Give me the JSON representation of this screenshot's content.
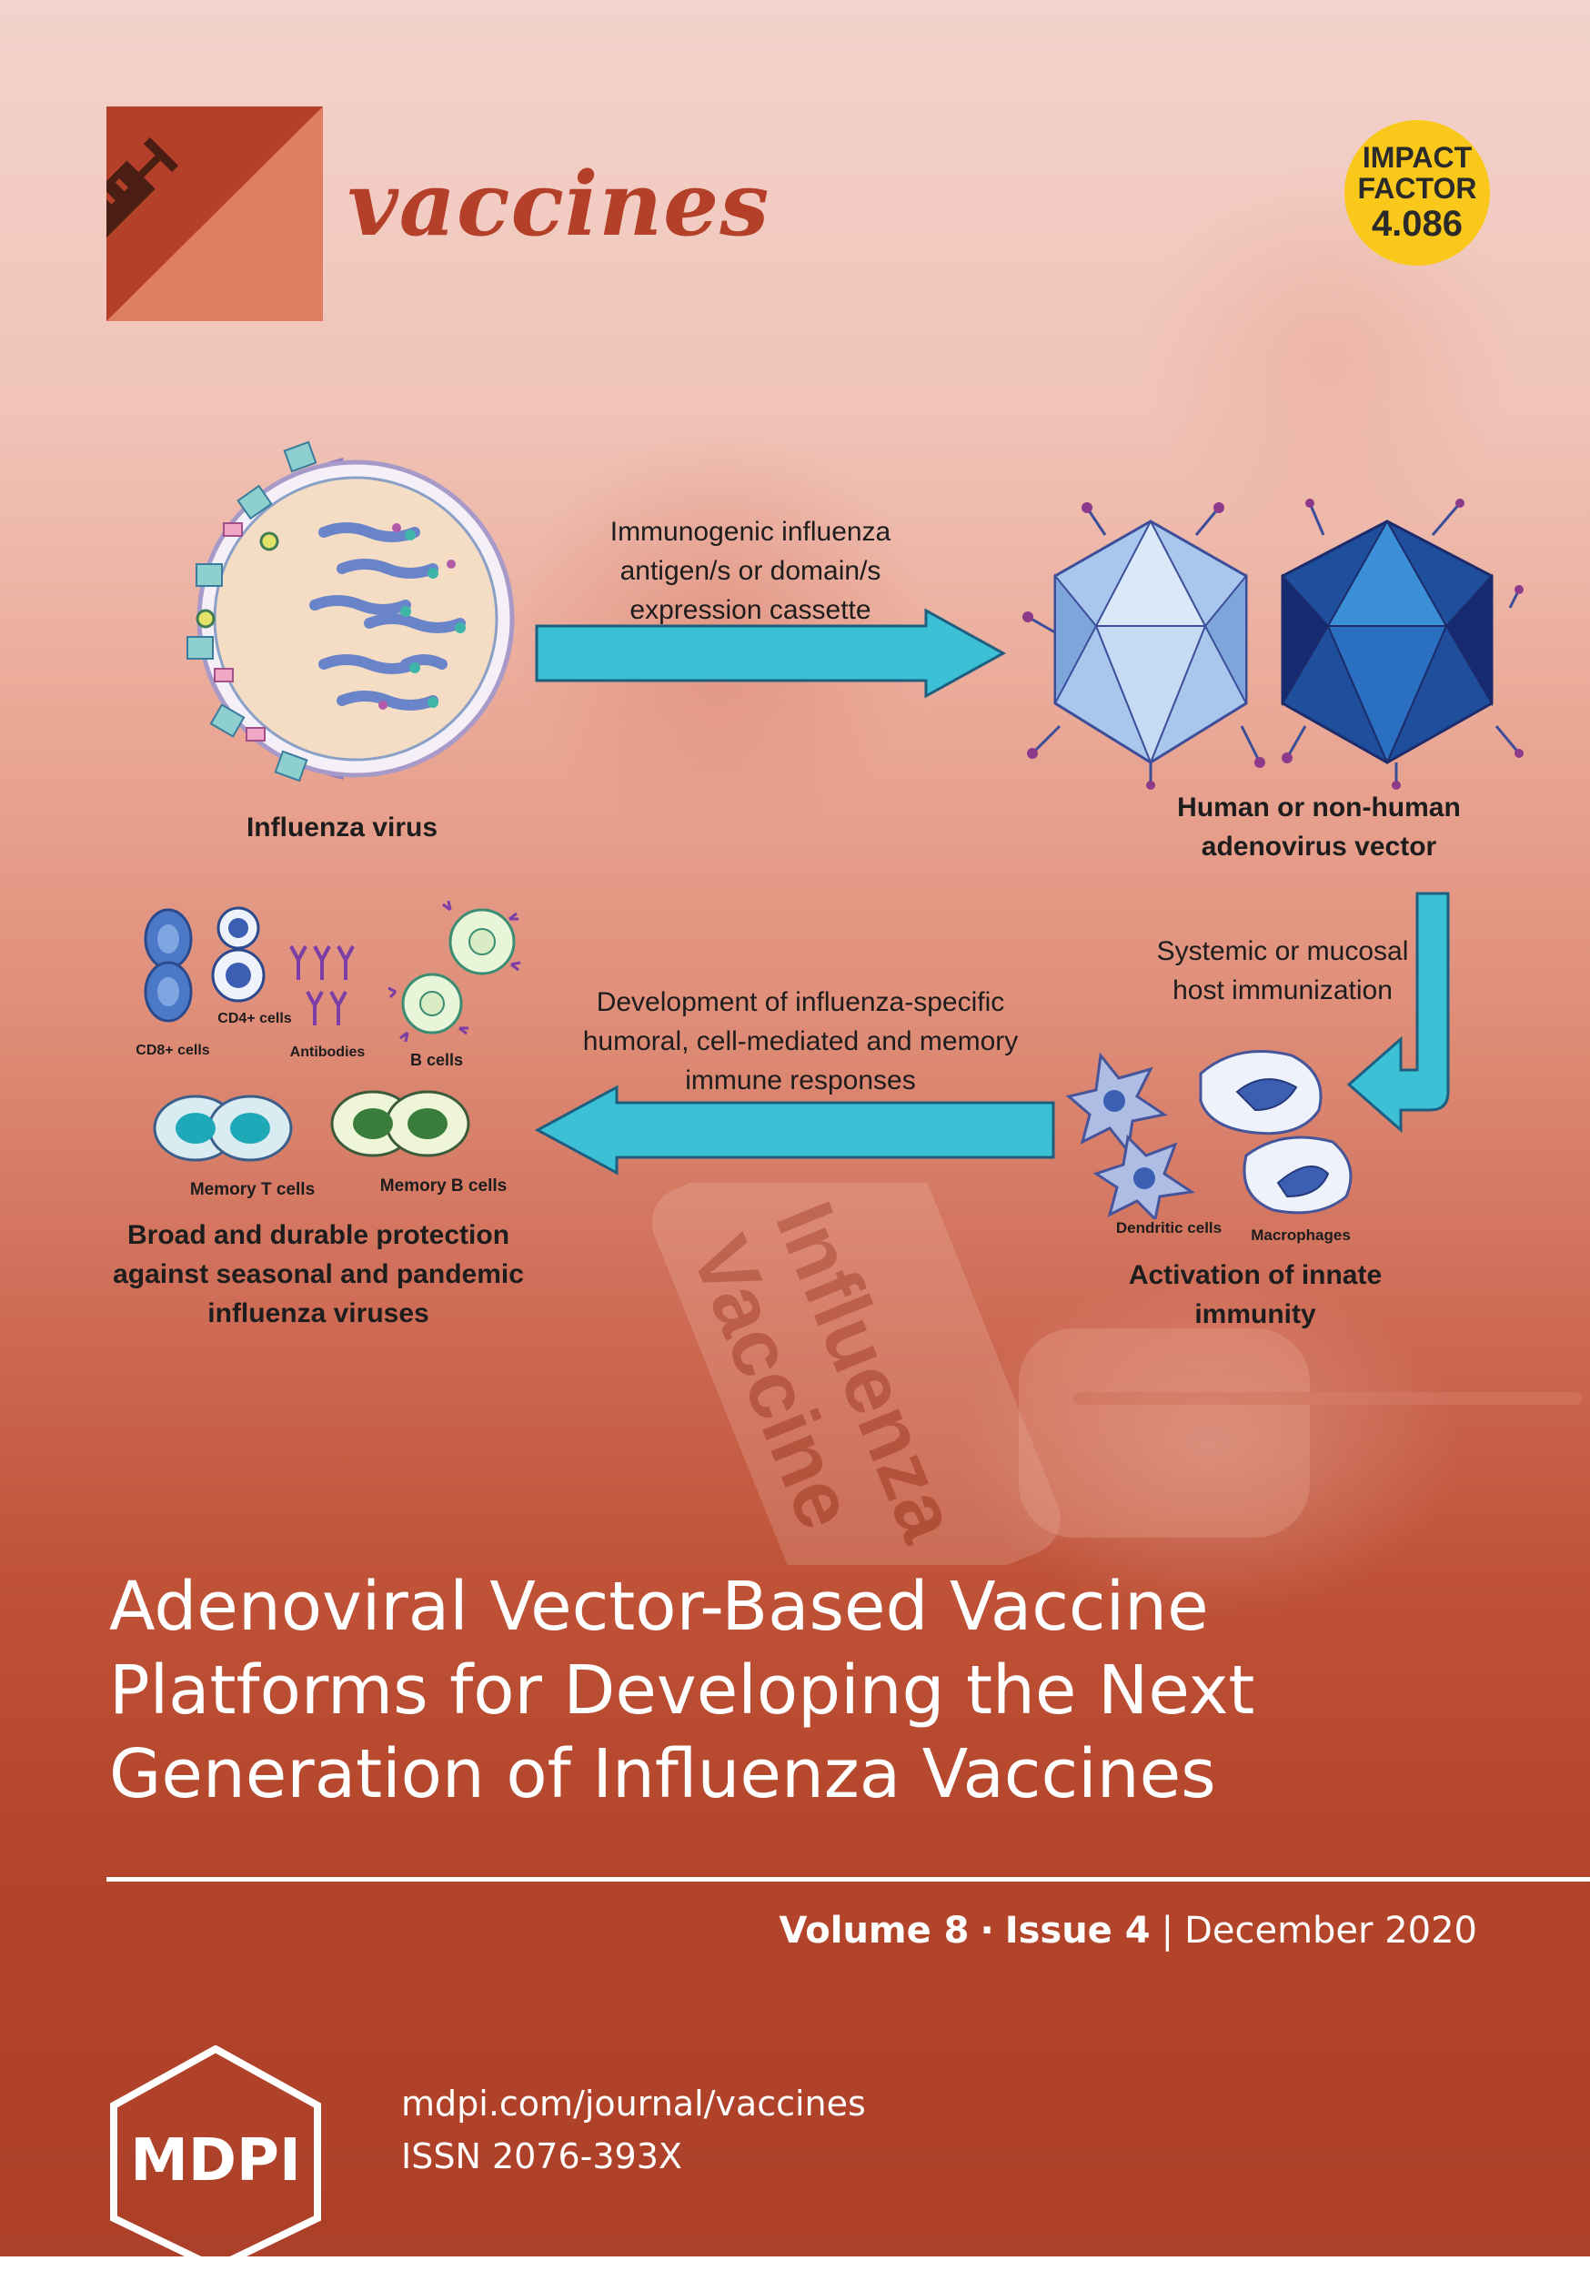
{
  "journal": {
    "name": "vaccines",
    "brand_color": "#b5402a",
    "logo_icon": "syringe-icon"
  },
  "impact_factor": {
    "line1": "IMPACT",
    "line2": "FACTOR",
    "value": "4.086",
    "badge_color": "#f9c81a"
  },
  "figure": {
    "influenza_virus_label": "Influenza virus",
    "arrow1_text": [
      "Immunogenic influenza",
      "antigen/s or domain/s",
      "expression cassette"
    ],
    "adenovirus_label": [
      "Human or non-human",
      "adenovirus vector"
    ],
    "immunization_text": [
      "Systemic or mucosal",
      "host immunization"
    ],
    "innate_cells": {
      "dendritic": "Dendritic cells",
      "macrophages": "Macrophages"
    },
    "innate_label": [
      "Activation of innate",
      "immunity"
    ],
    "arrow2_text": [
      "Development of influenza-specific",
      "humoral, cell-mediated and memory",
      "immune responses"
    ],
    "cells": {
      "cd8": "CD8+ cells",
      "cd4": "CD4+ cells",
      "antibodies": "Antibodies",
      "bcells": "B cells",
      "memory_t": "Memory T cells",
      "memory_b": "Memory B cells"
    },
    "protection_label": [
      "Broad and durable protection",
      "against seasonal and pandemic",
      "influenza viruses"
    ],
    "vial_text": [
      "Influenza",
      "Vaccine"
    ]
  },
  "article": {
    "title_lines": [
      "Adenoviral Vector-Based Vaccine",
      "Platforms for Developing the Next",
      "Generation of Influenza Vaccines"
    ]
  },
  "issue": {
    "volume": "Volume 8",
    "dot": "·",
    "issue": "Issue 4",
    "bar": "|",
    "date": "December 2020"
  },
  "publisher": {
    "name": "MDPI",
    "url": "mdpi.com/journal/vaccines",
    "issn": "ISSN 2076-393X"
  }
}
